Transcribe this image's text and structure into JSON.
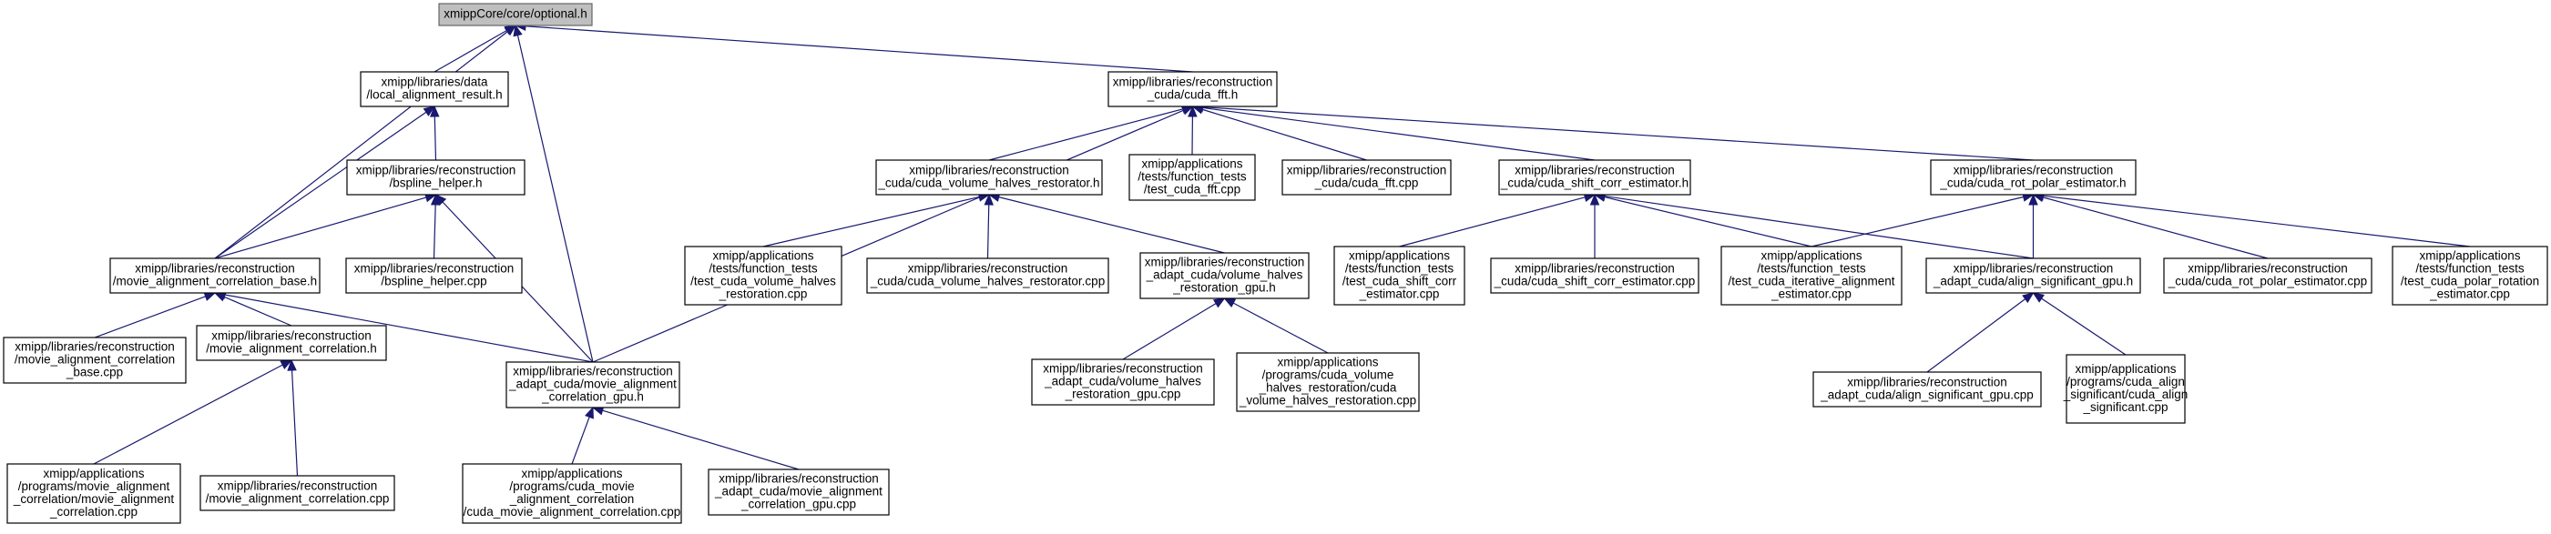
{
  "title": "xmippCore/core/optional.h",
  "colors": {
    "edge": "#191970",
    "root_fill": "#bfbfbf",
    "node_fill": "#ffffff",
    "node_border": "#000000"
  },
  "nodes": [
    {
      "id": "optional",
      "lines": [
        "xmippCore/core/optional.h"
      ]
    },
    {
      "id": "local_alignment_result",
      "lines": [
        "xmipp/libraries/data",
        "/local_alignment_result.h"
      ]
    },
    {
      "id": "cuda_fft_h",
      "lines": [
        "xmipp/libraries/reconstruction",
        "_cuda/cuda_fft.h"
      ]
    },
    {
      "id": "bspline_helper_h",
      "lines": [
        "xmipp/libraries/reconstruction",
        "/bspline_helper.h"
      ]
    },
    {
      "id": "volume_halves_restorator_h",
      "lines": [
        "xmipp/libraries/reconstruction",
        "_cuda/cuda_volume_halves_restorator.h"
      ]
    },
    {
      "id": "test_cuda_fft",
      "lines": [
        "xmipp/applications",
        "/tests/function_tests",
        "/test_cuda_fft.cpp"
      ]
    },
    {
      "id": "cuda_fft_cpp",
      "lines": [
        "xmipp/libraries/reconstruction",
        "_cuda/cuda_fft.cpp"
      ]
    },
    {
      "id": "shift_corr_h",
      "lines": [
        "xmipp/libraries/reconstruction",
        "_cuda/cuda_shift_corr_estimator.h"
      ]
    },
    {
      "id": "rot_polar_h",
      "lines": [
        "xmipp/libraries/reconstruction",
        "_cuda/cuda_rot_polar_estimator.h"
      ]
    },
    {
      "id": "mac_base_h",
      "lines": [
        "xmipp/libraries/reconstruction",
        "/movie_alignment_correlation_base.h"
      ]
    },
    {
      "id": "bspline_helper_cpp",
      "lines": [
        "xmipp/libraries/reconstruction",
        "/bspline_helper.cpp"
      ]
    },
    {
      "id": "test_vol_halves",
      "lines": [
        "xmipp/applications",
        "/tests/function_tests",
        "/test_cuda_volume_halves",
        "_restoration.cpp"
      ]
    },
    {
      "id": "vol_halves_restorator_cpp",
      "lines": [
        "xmipp/libraries/reconstruction",
        "_cuda/cuda_volume_halves_restorator.cpp"
      ]
    },
    {
      "id": "vol_halves_gpu_h",
      "lines": [
        "xmipp/libraries/reconstruction",
        "_adapt_cuda/volume_halves",
        "_restoration_gpu.h"
      ]
    },
    {
      "id": "test_shift_corr",
      "lines": [
        "xmipp/applications",
        "/tests/function_tests",
        "/test_cuda_shift_corr",
        "_estimator.cpp"
      ]
    },
    {
      "id": "shift_corr_cpp",
      "lines": [
        "xmipp/libraries/reconstruction",
        "_cuda/cuda_shift_corr_estimator.cpp"
      ]
    },
    {
      "id": "test_iterative_align",
      "lines": [
        "xmipp/applications",
        "/tests/function_tests",
        "/test_cuda_iterative_alignment",
        "_estimator.cpp"
      ]
    },
    {
      "id": "align_significant_gpu_h",
      "lines": [
        "xmipp/libraries/reconstruction",
        "_adapt_cuda/align_significant_gpu.h"
      ]
    },
    {
      "id": "rot_polar_cpp",
      "lines": [
        "xmipp/libraries/reconstruction",
        "_cuda/cuda_rot_polar_estimator.cpp"
      ]
    },
    {
      "id": "test_polar_rotation",
      "lines": [
        "xmipp/applications",
        "/tests/function_tests",
        "/test_cuda_polar_rotation",
        "_estimator.cpp"
      ]
    },
    {
      "id": "mac_base_cpp",
      "lines": [
        "xmipp/libraries/reconstruction",
        "/movie_alignment_correlation",
        "_base.cpp"
      ]
    },
    {
      "id": "mac_h",
      "lines": [
        "xmipp/libraries/reconstruction",
        "/movie_alignment_correlation.h"
      ]
    },
    {
      "id": "mac_gpu_h",
      "lines": [
        "xmipp/libraries/reconstruction",
        "_adapt_cuda/movie_alignment",
        "_correlation_gpu.h"
      ]
    },
    {
      "id": "vol_halves_gpu_cpp",
      "lines": [
        "xmipp/libraries/reconstruction",
        "_adapt_cuda/volume_halves",
        "_restoration_gpu.cpp"
      ]
    },
    {
      "id": "cuda_vol_halves_prog",
      "lines": [
        "xmipp/applications",
        "/programs/cuda_volume",
        "_halves_restoration/cuda",
        "_volume_halves_restoration.cpp"
      ]
    },
    {
      "id": "align_significant_gpu_cpp",
      "lines": [
        "xmipp/libraries/reconstruction",
        "_adapt_cuda/align_significant_gpu.cpp"
      ]
    },
    {
      "id": "cuda_align_significant_prog",
      "lines": [
        "xmipp/applications",
        "/programs/cuda_align",
        "_significant/cuda_align",
        "_significant.cpp"
      ]
    },
    {
      "id": "mac_prog",
      "lines": [
        "xmipp/applications",
        "/programs/movie_alignment",
        "_correlation/movie_alignment",
        "_correlation.cpp"
      ]
    },
    {
      "id": "mac_cpp",
      "lines": [
        "xmipp/libraries/reconstruction",
        "/movie_alignment_correlation.cpp"
      ]
    },
    {
      "id": "cuda_mac_prog",
      "lines": [
        "xmipp/applications",
        "/programs/cuda_movie",
        "_alignment_correlation",
        "/cuda_movie_alignment_correlation.cpp"
      ]
    },
    {
      "id": "mac_gpu_cpp",
      "lines": [
        "xmipp/libraries/reconstruction",
        "_adapt_cuda/movie_alignment",
        "_correlation_gpu.cpp"
      ]
    }
  ]
}
